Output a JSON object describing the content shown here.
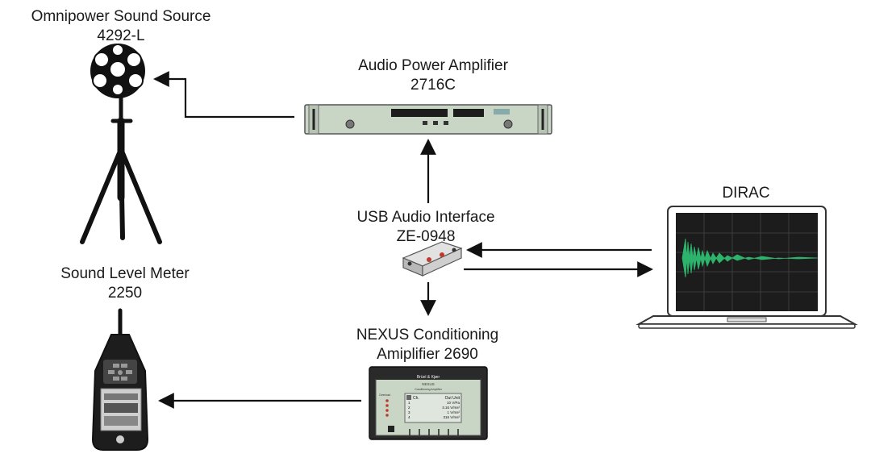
{
  "devices": {
    "sound_source": {
      "name": "Omnipower Sound Source",
      "model": "4292-L"
    },
    "amplifier": {
      "name": "Audio Power Amplifier",
      "model": "2716C"
    },
    "usb_interface": {
      "name": "USB Audio Interface",
      "model": "ZE-0948"
    },
    "dirac": {
      "name": "DIRAC"
    },
    "sound_level_meter": {
      "name": "Sound Level Meter",
      "model": "2250"
    },
    "nexus": {
      "name": "NEXUS Conditioning",
      "model": "Amiplifier 2690",
      "brand": "Brüel & Kjær",
      "panel_title": "NEXUS",
      "panel_subtitle": "Conditioning Amplifier",
      "overload_label": "Overload",
      "channel_header": "Ch.",
      "unit_header": "Out Unit",
      "channels": [
        {
          "ch": "1",
          "unit": "10 V/Pa"
        },
        {
          "ch": "2",
          "unit": "3.16 V/ms²"
        },
        {
          "ch": "3",
          "unit": "1 V/ms²"
        },
        {
          "ch": "4",
          "unit": "316 V/ms²"
        }
      ]
    }
  },
  "colors": {
    "line": "#111111",
    "signal": "#2db36b",
    "panel": "#c9d6c6",
    "screen_bg": "#1c1c1c"
  }
}
